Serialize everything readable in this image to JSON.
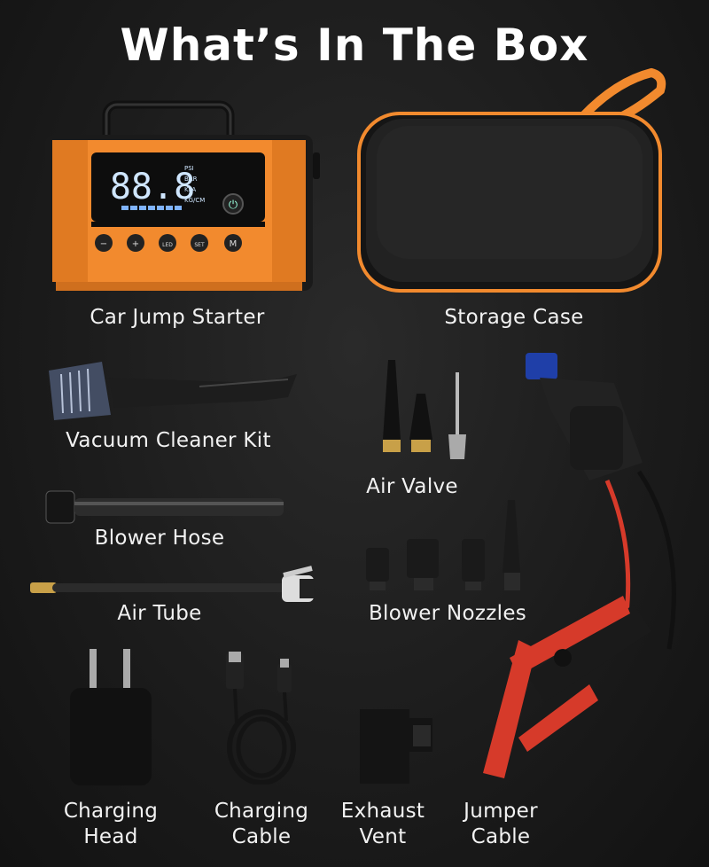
{
  "title": "What’s In The Box",
  "items": [
    {
      "label": "Car Jump Starter"
    },
    {
      "label": "Storage Case"
    },
    {
      "label": "Vacuum Cleaner Kit"
    },
    {
      "label": "Air Valve"
    },
    {
      "label": "Blower Hose"
    },
    {
      "label": "Blower Nozzles"
    },
    {
      "label": "Air Tube"
    },
    {
      "label": "Charging",
      "label2": "Head"
    },
    {
      "label": "Charging",
      "label2": "Cable"
    },
    {
      "label": "Exhaust",
      "label2": "Vent"
    },
    {
      "label": "Jumper",
      "label2": "Cable"
    }
  ],
  "display": {
    "reading": "88.8",
    "units": [
      "PSI",
      "BAR",
      "KPA",
      "KG/CM"
    ],
    "buttons": [
      "−",
      "+",
      "LED",
      "SET",
      "M"
    ]
  },
  "colors": {
    "orange": "#f28a2e",
    "red_clamp": "#d63a2a",
    "connector_blue": "#1f3fa8"
  }
}
